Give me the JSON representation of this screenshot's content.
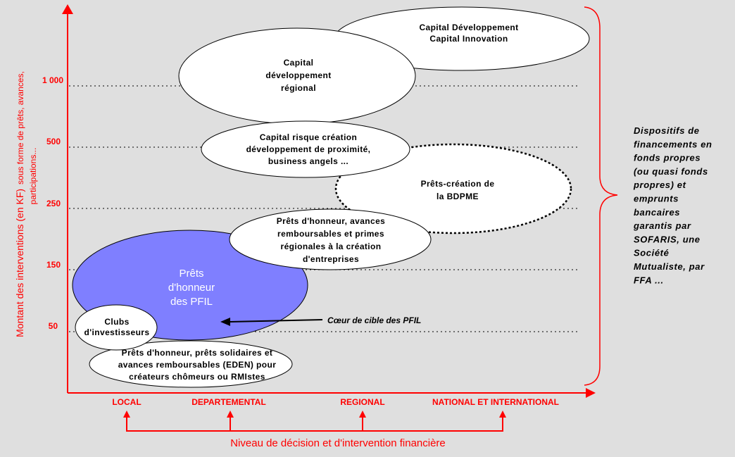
{
  "y_axis": {
    "title_main": "Montant des interventions (en KF)",
    "title_sub_1": "sous forme de prêts, avances,",
    "title_sub_2": "participations...",
    "ticks": [
      "1 000",
      "500",
      "250",
      "150",
      "50"
    ]
  },
  "x_axis": {
    "title": "Niveau de décision et d'intervention financière",
    "levels": [
      "LOCAL",
      "DEPARTEMENTAL",
      "REGIONAL",
      "NATIONAL ET INTERNATIONAL"
    ]
  },
  "ellipses": {
    "capital_innovation": [
      "Capital Développement",
      "Capital Innovation"
    ],
    "capital_regional": [
      "Capital",
      "développement",
      "régional"
    ],
    "capital_risque": [
      "Capital risque création",
      "développement de proximité,",
      "business angels ..."
    ],
    "bdpme": [
      "Prêts-création de",
      "la BDPME"
    ],
    "prets_regionaux": [
      "Prêts d'honneur, avances",
      "remboursables et primes",
      "régionales à la création",
      "d'entreprises"
    ],
    "pfil": [
      "Prêts",
      "d'honneur",
      "des PFIL"
    ],
    "clubs": [
      "Clubs",
      "d'investisseurs"
    ],
    "eden": [
      "Prêts d'honneur, prêts solidaires et",
      "avances remboursables (EDEN) pour",
      "créateurs chômeurs ou RMIstes"
    ]
  },
  "annotation": "Cœur de cible des PFIL",
  "side_note": [
    "Dispositifs de",
    "financements en",
    "fonds propres",
    "(ou quasi fonds",
    "propres) et",
    "emprunts",
    "bancaires",
    "garantis par",
    "SOFARIS, une",
    "Société",
    "Mutualiste, par",
    "FFA ..."
  ],
  "colors": {
    "axis": "#ff0000",
    "pfil": "#7f7fff",
    "background": "#dfdfdf"
  }
}
